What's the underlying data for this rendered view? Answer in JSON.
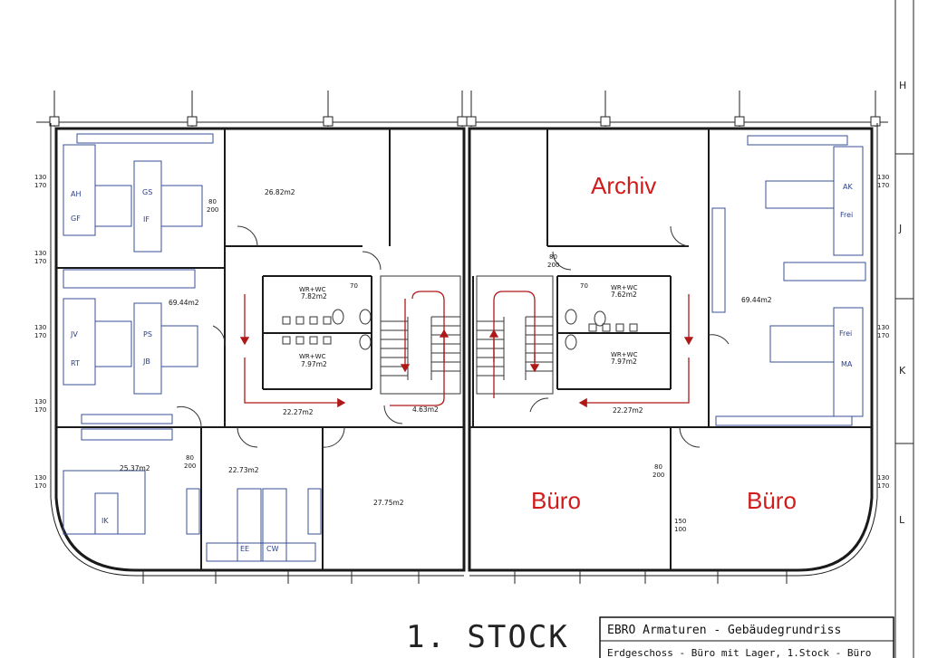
{
  "rooms": {
    "r1": "26.82m2",
    "r2": "69.44m2",
    "r3": "25.37m2",
    "r4": "22.73m2",
    "r5": "27.75m2",
    "r6": "22.27m2",
    "r7": "4.63m2",
    "r8": "7.82m2",
    "r9": "7.97m2",
    "r10": "7.62m2",
    "r11": "7.97m2",
    "r12": "69.44m2",
    "r13": "22.27m2",
    "wc": "WR+WC"
  },
  "labels": {
    "archiv": "Archiv",
    "buero1": "Büro",
    "buero2": "Büro",
    "stock": "1. STOCK"
  },
  "initials": [
    "AH",
    "GS",
    "GF",
    "IF",
    "JV",
    "PS",
    "RT",
    "JB",
    "IK",
    "EE",
    "CW",
    "AK",
    "Frei",
    "Frei",
    "MA"
  ],
  "dims": {
    "d80": "80",
    "d200": "200",
    "d130": "130",
    "d170": "170",
    "d150": "150",
    "d100": "100",
    "d70": "70"
  },
  "grid_letters": [
    "H",
    "J",
    "K",
    "L"
  ],
  "title_block": {
    "line1": "EBRO Armaturen - Gebäudegrundriss",
    "line2": "Erdgeschoss - Büro mit Lager, 1.Stock - Büro"
  },
  "colors": {
    "walls": "#1a1a1a",
    "furniture": "#3a4f9a",
    "arrows": "#b01818",
    "labels_red": "#d21b1b"
  }
}
